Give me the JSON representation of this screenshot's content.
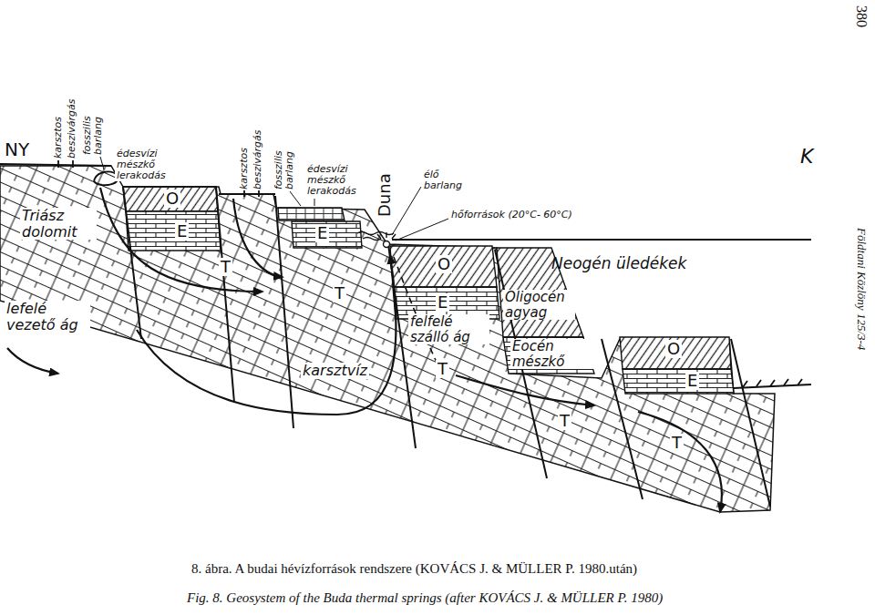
{
  "diagram": {
    "caption": "8. ábra. A budai hévízforrások rendszere (KOVÁCS J. & MÜLLER P. 1980.után)",
    "labels": [
      "NY",
      "K",
      "karsztos",
      "beszivárgás",
      "fosszilis barlang",
      "édesvízi mészkő lerakodás",
      "karsztos",
      "beszivárgás",
      "fosszilis barlang",
      "édesvízi mészkő lerakodás",
      "Duna",
      "élő barlang",
      "hőforrások (20°C- 60°C)",
      "Triász dolomit",
      "lefelé vezető ág",
      "karsztvíz",
      "felfelé szálló ág",
      "Oligocén agyag",
      "Eocén mészkő",
      "Neogén üledékek",
      "O",
      "O",
      "O",
      "E",
      "E",
      "E",
      "E",
      "T",
      "T",
      "T",
      "T",
      "T",
      "Fig. 8. Geosystem of the Buda thermal springs (after KOVÁCS J. & MÜLLER P. 1980)",
      "Földtani Közlöny 125/3-4",
      "380"
    ]
  }
}
